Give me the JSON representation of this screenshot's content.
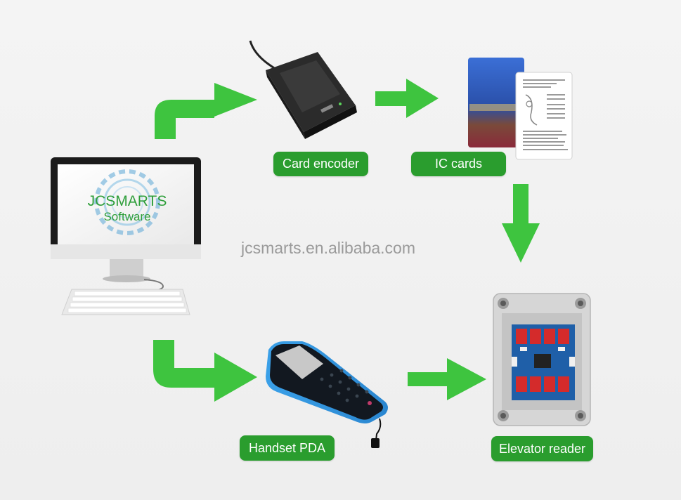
{
  "labels": {
    "card_encoder": "Card encoder",
    "ic_cards": "IC cards",
    "handset_pda": "Handset PDA",
    "elevator_reader": "Elevator reader"
  },
  "computer": {
    "brand_line1": "JCSMARTS",
    "brand_line2": "Software"
  },
  "watermark": "jcsmarts.en.alibaba.com",
  "colors": {
    "arrow": "#3ec43f",
    "label_bg": "#2a9d2e",
    "brand_text": "#2e9e3a"
  }
}
